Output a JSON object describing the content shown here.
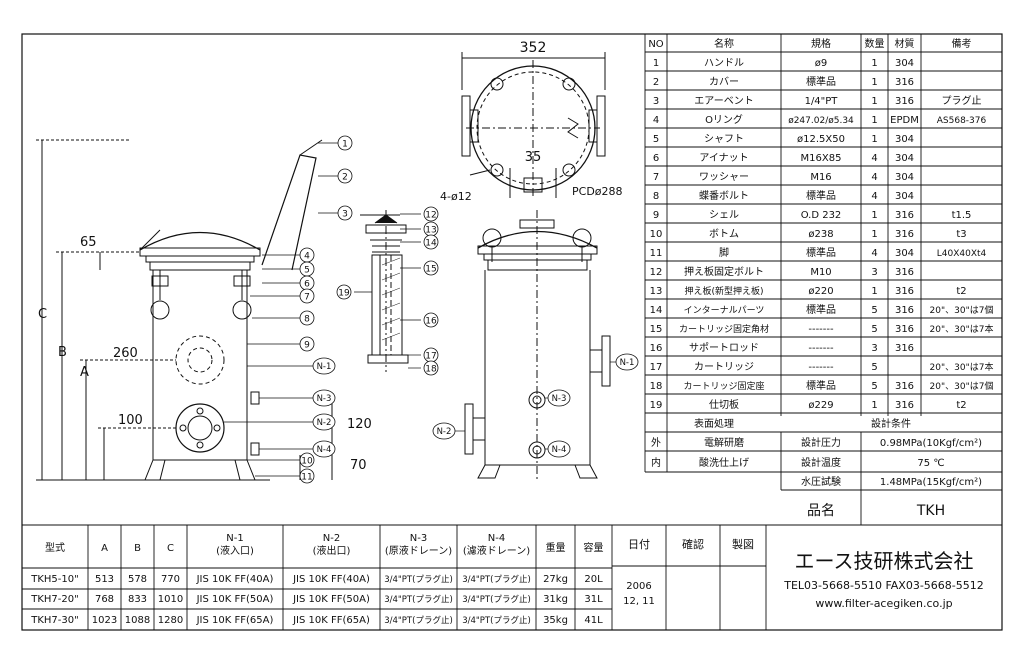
{
  "drawing": {
    "top_view": {
      "width_dim": "352",
      "offset_dim": "35",
      "holes": "4-ø12",
      "pcd": "PCDø288"
    },
    "front_view": {
      "dims": {
        "d65": "65",
        "d260": "260",
        "d100": "100",
        "d120": "120",
        "d70": "70",
        "C": "C",
        "B": "B",
        "A": "A"
      },
      "callouts": [
        "1",
        "2",
        "3",
        "4",
        "5",
        "6",
        "7",
        "8",
        "9",
        "10",
        "11"
      ],
      "nozzles": [
        "N-1",
        "N-3",
        "N-2",
        "N-4"
      ]
    },
    "internal_callouts": [
      "12",
      "13",
      "14",
      "15",
      "16",
      "17",
      "18",
      "19"
    ],
    "side_nozzles": [
      "N-1",
      "N-3",
      "N-2",
      "N-4"
    ]
  },
  "parts_table": {
    "headers": [
      "NO",
      "名称",
      "規格",
      "数量",
      "材質",
      "備考"
    ],
    "rows": [
      [
        "1",
        "ハンドル",
        "ø9",
        "1",
        "304",
        ""
      ],
      [
        "2",
        "カバー",
        "標準品",
        "1",
        "316",
        ""
      ],
      [
        "3",
        "エアーベント",
        "1/4\"PT",
        "1",
        "316",
        "プラグ止"
      ],
      [
        "4",
        "Oリング",
        "ø247.02/ø5.34",
        "1",
        "EPDM",
        "AS568-376"
      ],
      [
        "5",
        "シャフト",
        "ø12.5X50",
        "1",
        "304",
        ""
      ],
      [
        "6",
        "アイナット",
        "M16X85",
        "4",
        "304",
        ""
      ],
      [
        "7",
        "ワッシャー",
        "M16",
        "4",
        "304",
        ""
      ],
      [
        "8",
        "蝶番ボルト",
        "標準品",
        "4",
        "304",
        ""
      ],
      [
        "9",
        "シェル",
        "O.D 232",
        "1",
        "316",
        "t1.5"
      ],
      [
        "10",
        "ボトム",
        "ø238",
        "1",
        "316",
        "t3"
      ],
      [
        "11",
        "脚",
        "標準品",
        "4",
        "304",
        "L40X40Xt4"
      ],
      [
        "12",
        "押え板固定ボルト",
        "M10",
        "3",
        "316",
        ""
      ],
      [
        "13",
        "押え板(新型押え板)",
        "ø220",
        "1",
        "316",
        "t2"
      ],
      [
        "14",
        "インターナルパーツ",
        "標準品",
        "5",
        "316",
        "20\"、30\"は7個"
      ],
      [
        "15",
        "カートリッジ固定角材",
        "-------",
        "5",
        "316",
        "20\"、30\"は7本"
      ],
      [
        "16",
        "サポートロッド",
        "-------",
        "3",
        "316",
        ""
      ],
      [
        "17",
        "カートリッジ",
        "-------",
        "5",
        "",
        "20\"、30\"は7本"
      ],
      [
        "18",
        "カートリッジ固定座",
        "標準品",
        "5",
        "316",
        "20\"、30\"は7個"
      ],
      [
        "19",
        "仕切板",
        "ø229",
        "1",
        "316",
        "t2"
      ]
    ],
    "surface_label": "表面処理",
    "design_label": "設計条件",
    "surface_rows": [
      {
        "side": "外",
        "finish": "電解研磨",
        "cond": "設計圧力",
        "value": "0.98MPa(10Kgf/cm²)"
      },
      {
        "side": "内",
        "finish": "酸洗仕上げ",
        "cond": "設計温度",
        "value": "75 ℃"
      },
      {
        "side": "",
        "finish": "",
        "cond": "水圧試験",
        "value": "1.48MPa(15Kgf/cm²)"
      }
    ],
    "product_label": "品名",
    "product_name": "TKH"
  },
  "model_table": {
    "headers": [
      "型式",
      "A",
      "B",
      "C",
      "N-1\n(液入口)",
      "N-2\n(液出口)",
      "N-3\n(原液ドレーン)",
      "N-4\n(濾液ドレーン)",
      "重量",
      "容量"
    ],
    "rows": [
      [
        "TKH5-10\"",
        "513",
        "578",
        "770",
        "JIS 10K FF(40A)",
        "JIS 10K FF(40A)",
        "3/4\"PT(プラグ止)",
        "3/4\"PT(プラグ止)",
        "27kg",
        "20L"
      ],
      [
        "TKH7-20\"",
        "768",
        "833",
        "1010",
        "JIS 10K FF(50A)",
        "JIS 10K FF(50A)",
        "3/4\"PT(プラグ止)",
        "3/4\"PT(プラグ止)",
        "31kg",
        "31L"
      ],
      [
        "TKH7-30\"",
        "1023",
        "1088",
        "1280",
        "JIS 10K FF(65A)",
        "JIS 10K FF(65A)",
        "3/4\"PT(プラグ止)",
        "3/4\"PT(プラグ止)",
        "35kg",
        "41L"
      ]
    ]
  },
  "title_block": {
    "date_label": "日付",
    "check_label": "確認",
    "draw_label": "製図",
    "date_value_1": "2006",
    "date_value_2": "12, 11",
    "company": "エース技研株式会社",
    "tel": "TEL03-5668-5510 FAX03-5668-5512",
    "url": "www.filter-acegiken.co.jp"
  }
}
